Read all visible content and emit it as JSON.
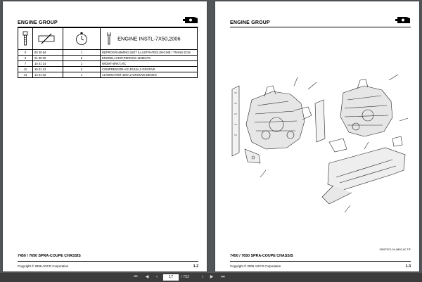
{
  "left_page": {
    "header_title": "ENGINE GROUP",
    "table": {
      "engine_title": "ENGINE INSTL-7X50,2006",
      "rows": [
        {
          "item": "0",
          "part": "80 30 84",
          "qty": "1",
          "desc": "REPROGRAMMING (NOT ILLUSTRATED) ENGINE / TRANS ECM"
        },
        {
          "item": "3",
          "part": "01 00 00",
          "qty": "6",
          "desc": "ENGINE,174HP,PERKINS 1106D,PS"
        },
        {
          "item": "7",
          "part": "15 01 14",
          "qty": "1",
          "desc": "W/DMT-BRKT,A/C"
        },
        {
          "item": "11",
          "part": "15 01 12",
          "qty": "2",
          "desc": "COMPRESSOR-A/C,R134A,2 GROOVE"
        },
        {
          "item": "41",
          "part": "14 01 02",
          "qty": "1",
          "desc": "ALTERNATOR-150A,2 GROOVE,DENSO"
        }
      ]
    },
    "footer_title": "7450 / 7650 SPRA-COUPE CHASSIS",
    "copyright": "Copyright © 2006 AGCO Corporation",
    "page_number": "1-2"
  },
  "right_page": {
    "header_title": "ENGINE GROUP",
    "figure_code": "S95073C1-04-H803-AC.TIF",
    "footer_title": "7450 / 7650 SPRA-COUPE CHASSIS",
    "copyright": "Copyright © 2006 AGCO Corporation",
    "page_number": "1-3"
  },
  "toolbar": {
    "current_page": "17",
    "total_pages": "/ 752",
    "icons": [
      "first-page-icon",
      "prev-page-icon",
      "next-page-icon",
      "last-page-icon"
    ]
  },
  "colors": {
    "viewer_bg": "#525659",
    "toolbar_bg": "#3c3c3c",
    "page_bg": "#ffffff"
  }
}
